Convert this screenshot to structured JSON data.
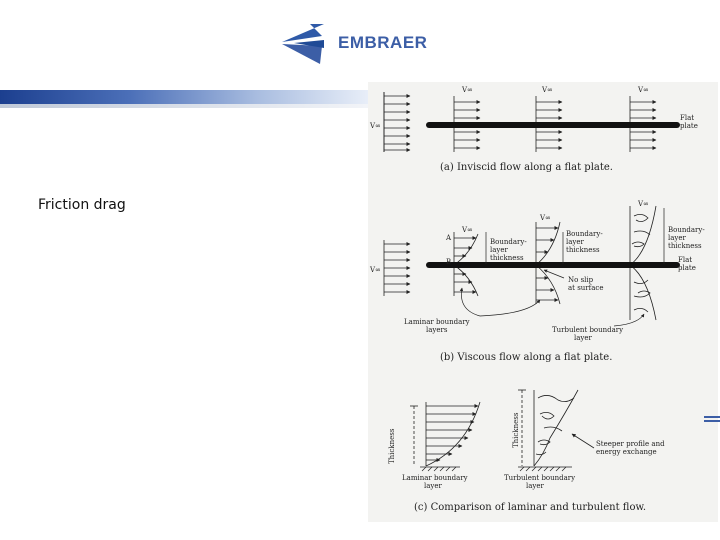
{
  "logo": {
    "wordmark": "EMBRAER"
  },
  "slide": {
    "title": "Friction drag"
  },
  "figure": {
    "panel_a": {
      "caption": "(a) Inviscid flow along a flat plate.",
      "v_left": "V∞",
      "v_top_1": "V∞",
      "v_top_2": "V∞",
      "v_top_3": "V∞",
      "plate_label_1": "Flat",
      "plate_label_2": "plate"
    },
    "panel_b": {
      "caption": "(b) Viscous flow along a flat plate.",
      "v_left": "V∞",
      "v_top_1": "V∞",
      "v_top_2": "V∞",
      "v_top_3": "V∞",
      "point_a": "A",
      "point_b": "B",
      "bl_thickness_1": [
        "Boundary-",
        "layer",
        "thickness"
      ],
      "bl_thickness_2": [
        "Boundary-",
        "layer",
        "thickness"
      ],
      "bl_thickness_3": [
        "Boundary-",
        "layer",
        "thickness"
      ],
      "plate_label_1": "Flat",
      "plate_label_2": "plate",
      "no_slip": [
        "No slip",
        "at surface"
      ],
      "laminar_label": [
        "Laminar boundary",
        "layers"
      ],
      "turbulent_label": [
        "Turbulent boundary",
        "layer"
      ]
    },
    "panel_c": {
      "caption": "(c) Comparison of laminar and turbulent flow.",
      "thickness_1": "Thickness",
      "thickness_2": "Thickness",
      "laminar_label": [
        "Laminar boundary",
        "layer"
      ],
      "turbulent_label": [
        "Turbulent boundary",
        "layer"
      ],
      "steeper": [
        "Steeper profile and",
        "energy exchange"
      ]
    }
  }
}
